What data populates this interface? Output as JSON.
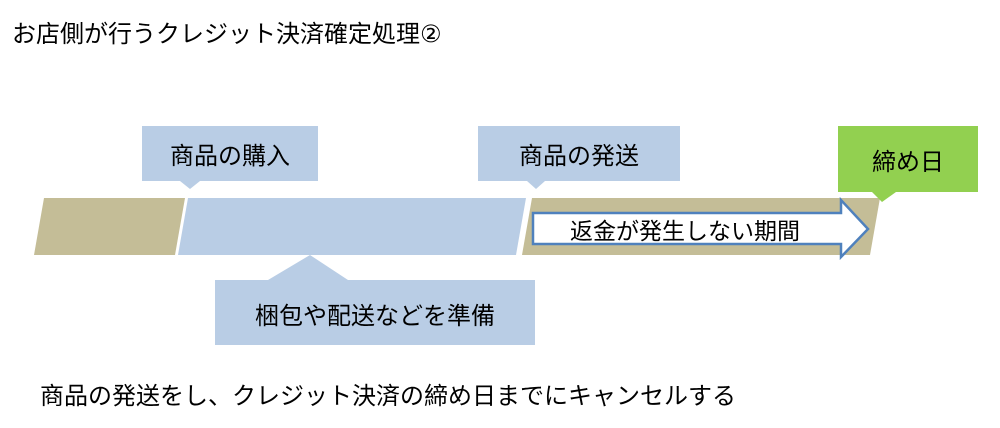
{
  "title": "お店側が行うクレジット決済確定処理②",
  "callouts": {
    "purchase": "商品の購入",
    "shipping": "商品の発送",
    "deadline": "締め日",
    "prepare": "梱包や配送などを準備"
  },
  "arrow_label": "返金が発生しない期間",
  "caption": "商品の発送をし、クレジット決済の締め日までにキャンセルする",
  "colors": {
    "tan": "#C4BD97",
    "blue": "#B9CDE5",
    "green": "#92D050",
    "arrow_border": "#4F81BD"
  }
}
